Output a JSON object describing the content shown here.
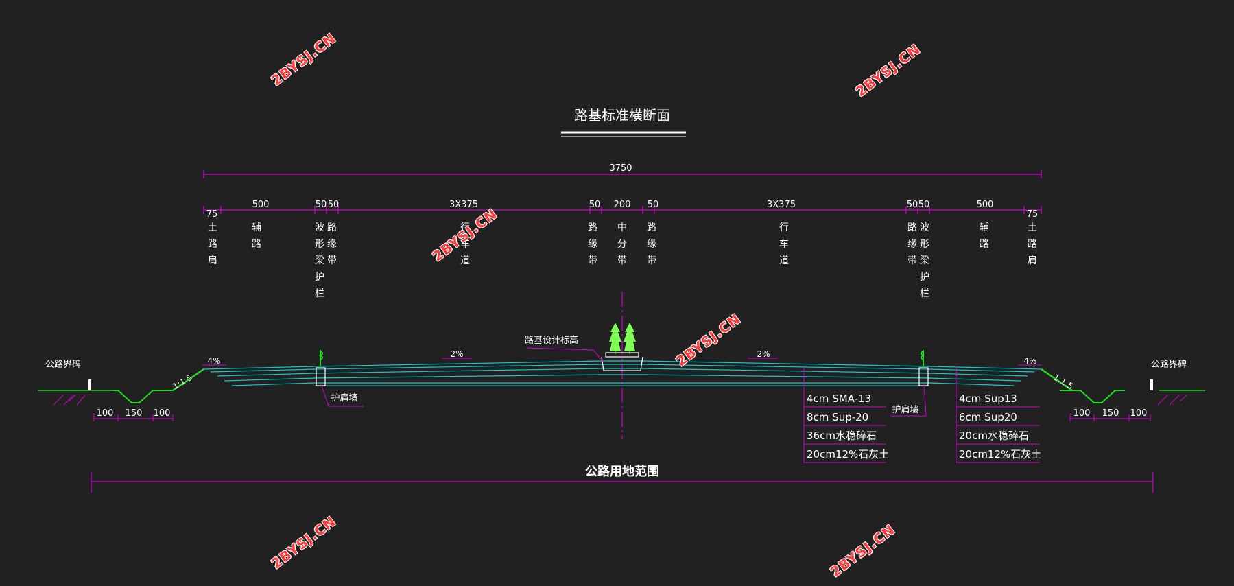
{
  "title": "路基标准横断面",
  "total_width": "3750",
  "dims_left": {
    "shoulder": "75",
    "aux": "500",
    "guard": "50",
    "edge": "50",
    "lanes": "3X375",
    "inner_edge": "50"
  },
  "dims_center": {
    "median": "200"
  },
  "dims_right": {
    "inner_edge": "50",
    "lanes": "3X375",
    "edge": "50",
    "guard": "50",
    "aux": "500",
    "shoulder": "75"
  },
  "vlabels": {
    "soil_shoulder": "土路肩",
    "aux_lane": "辅路",
    "guardrail": "波形梁护栏",
    "edge_strip": "路缘带",
    "traffic_lane": "行车道",
    "median": "中分带"
  },
  "slopes": {
    "outer": "4%",
    "lane": "2%",
    "side": "1:1.5"
  },
  "design_elev": "路基设计标高",
  "marker": "公路界碑",
  "retaining": "护肩墙",
  "ditch": [
    "100",
    "150",
    "100"
  ],
  "pavement_main": [
    "4cm SMA-13",
    "8cm Sup-20",
    "36cm水稳碎石",
    "20cm12%石灰土"
  ],
  "pavement_aux": [
    "4cm Sup13",
    "6cm Sup20",
    "20cm水稳碎石",
    "20cm12%石灰土"
  ],
  "land_range": "公路用地范围",
  "watermark": "2BYSJ.CN",
  "colors": {
    "bg": "#212121",
    "dim": "#d400d4",
    "road": "#17c9c9",
    "text": "#ffffff",
    "grass": "#22dd22",
    "tree": "#7dff55"
  }
}
